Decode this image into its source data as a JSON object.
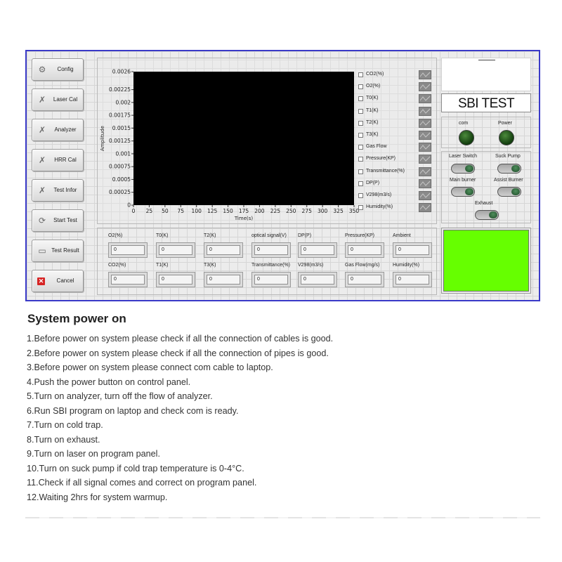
{
  "buttons": [
    {
      "name": "config-button",
      "label": "Config",
      "icon": "gear-icon",
      "glyph": "⚙"
    },
    {
      "name": "laser-cal-button",
      "label": "Laser Cal",
      "icon": "tools-icon",
      "glyph": "✗"
    },
    {
      "name": "analyzer-button",
      "label": "Analyzer",
      "icon": "tools-icon",
      "glyph": "✗"
    },
    {
      "name": "hrr-cal-button",
      "label": "HRR Cal",
      "icon": "tools-icon",
      "glyph": "✗"
    },
    {
      "name": "test-infor-button",
      "label": "Test Infor",
      "icon": "tools-icon",
      "glyph": "✗"
    },
    {
      "name": "start-test-button",
      "label": "Start Test",
      "icon": "refresh-icon",
      "glyph": "⟳"
    },
    {
      "name": "test-result-button",
      "label": "Test Result",
      "icon": "folder-icon",
      "glyph": "▭"
    },
    {
      "name": "cancel-button",
      "label": "Cancel",
      "icon": "close-icon",
      "glyph": "✕"
    }
  ],
  "chart_data": {
    "type": "line",
    "xlabel": "Time(s)",
    "ylabel": "Amplitude",
    "xlim": [
      0,
      350
    ],
    "ylim": [
      0,
      0.0026
    ],
    "xticks": [
      "0",
      "25",
      "50",
      "75",
      "100",
      "125",
      "150",
      "175",
      "200",
      "225",
      "250",
      "275",
      "300",
      "325",
      "350"
    ],
    "yticks": [
      {
        "v": 0,
        "label": "0"
      },
      {
        "v": 0.00025,
        "label": "0.00025"
      },
      {
        "v": 0.0005,
        "label": "0.0005"
      },
      {
        "v": 0.00075,
        "label": "0.00075"
      },
      {
        "v": 0.001,
        "label": "0.001"
      },
      {
        "v": 0.00125,
        "label": "0.00125"
      },
      {
        "v": 0.0015,
        "label": "0.0015"
      },
      {
        "v": 0.00175,
        "label": "0.00175"
      },
      {
        "v": 0.002,
        "label": "0.002"
      },
      {
        "v": 0.00225,
        "label": "0.00225"
      },
      {
        "v": 0.0026,
        "label": "0.0026"
      }
    ],
    "plot_background": "#000000",
    "series": []
  },
  "legend": [
    "CO2(%)",
    "O2(%)",
    "T0(K)",
    "T1(K)",
    "T2(K)",
    "T3(K)",
    "Gas Flow",
    "Pressure(KP)",
    "Transmittance(%)",
    "DP(P)",
    "V298(m3/s)",
    "Humidity(%)"
  ],
  "readouts_row1": [
    {
      "label": "O2(%)",
      "value": "0"
    },
    {
      "label": "T0(K)",
      "value": "0"
    },
    {
      "label": "T2(K)",
      "value": "0"
    },
    {
      "label": "optical signal(V)",
      "value": "0"
    },
    {
      "label": "DP(P)",
      "value": "0"
    },
    {
      "label": "Pressure(KP)",
      "value": "0"
    },
    {
      "label": "Ambient",
      "value": "0"
    }
  ],
  "readouts_row2": [
    {
      "label": "CO2(%)",
      "value": "0"
    },
    {
      "label": "T1(K)",
      "value": "0"
    },
    {
      "label": "T3(K)",
      "value": "0"
    },
    {
      "label": "Transmittance(%)",
      "value": "0"
    },
    {
      "label": "V298(m3/s)",
      "value": "0"
    },
    {
      "label": "Gas Flow(mg/s)",
      "value": "0"
    },
    {
      "label": "Humidity(%)",
      "value": "0"
    }
  ],
  "status": {
    "title": "SBI TEST",
    "leds": [
      {
        "label": "com"
      },
      {
        "label": "Power"
      }
    ],
    "switches": [
      {
        "label": "Laser Switch"
      },
      {
        "label": "Suck Pump"
      },
      {
        "label": "Main burner"
      },
      {
        "label": "Assist Burner"
      },
      {
        "label": "Exhaust"
      }
    ],
    "indicator_color": "#66ff00",
    "led_color": "#1d5016"
  },
  "doc": {
    "title": "System power on",
    "steps": [
      "1.Before power on system please check if all the connection of cables is good.",
      "2.Before power on system please check if all the connection of pipes is good.",
      "3.Before power on system please connect com cable to laptop.",
      "4.Push the power button on control panel.",
      "5.Turn on analyzer, turn off the flow of analyzer.",
      "6.Run SBI program on laptop and check com is ready.",
      "7.Turn on cold trap.",
      "8.Turn on exhaust.",
      "9.Turn on laser on program panel.",
      "10.Turn on suck pump if cold trap temperature is 0-4°C.",
      "11.Check if all signal comes and correct on program panel.",
      "12.Waiting 2hrs for system warmup."
    ]
  }
}
